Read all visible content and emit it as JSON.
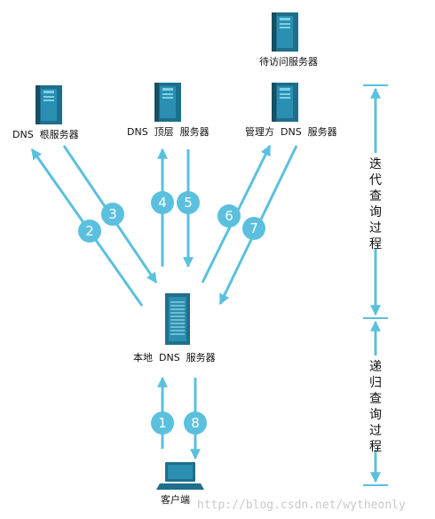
{
  "colors": {
    "arrow": "#5bc0de",
    "server_dark": "#1f6f8b",
    "server_mid": "#2a8fb0",
    "server_light": "#49b0cf",
    "circle": "#5bc0de",
    "circle_text": "#ffffff"
  },
  "nodes": {
    "target_server": "待访问服务器",
    "root_dns": "DNS  根服务器",
    "tld_dns": "DNS  顶层  服务器",
    "auth_dns": "管理方  DNS  服务器",
    "local_dns": "本地  DNS  服务器",
    "client": "客户端"
  },
  "icons": {
    "target_server": "server-tower-icon",
    "root_dns": "server-tower-icon",
    "tld_dns": "server-tower-icon",
    "auth_dns": "server-tower-icon",
    "local_dns": "server-rack-icon",
    "client": "laptop-icon"
  },
  "steps": [
    "1",
    "2",
    "3",
    "4",
    "5",
    "6",
    "7",
    "8"
  ],
  "ranges": {
    "iterative": "迭代查询过程",
    "recursive": "递归查询过程"
  },
  "watermark": "http://blog.csdn.net/wytheonly"
}
